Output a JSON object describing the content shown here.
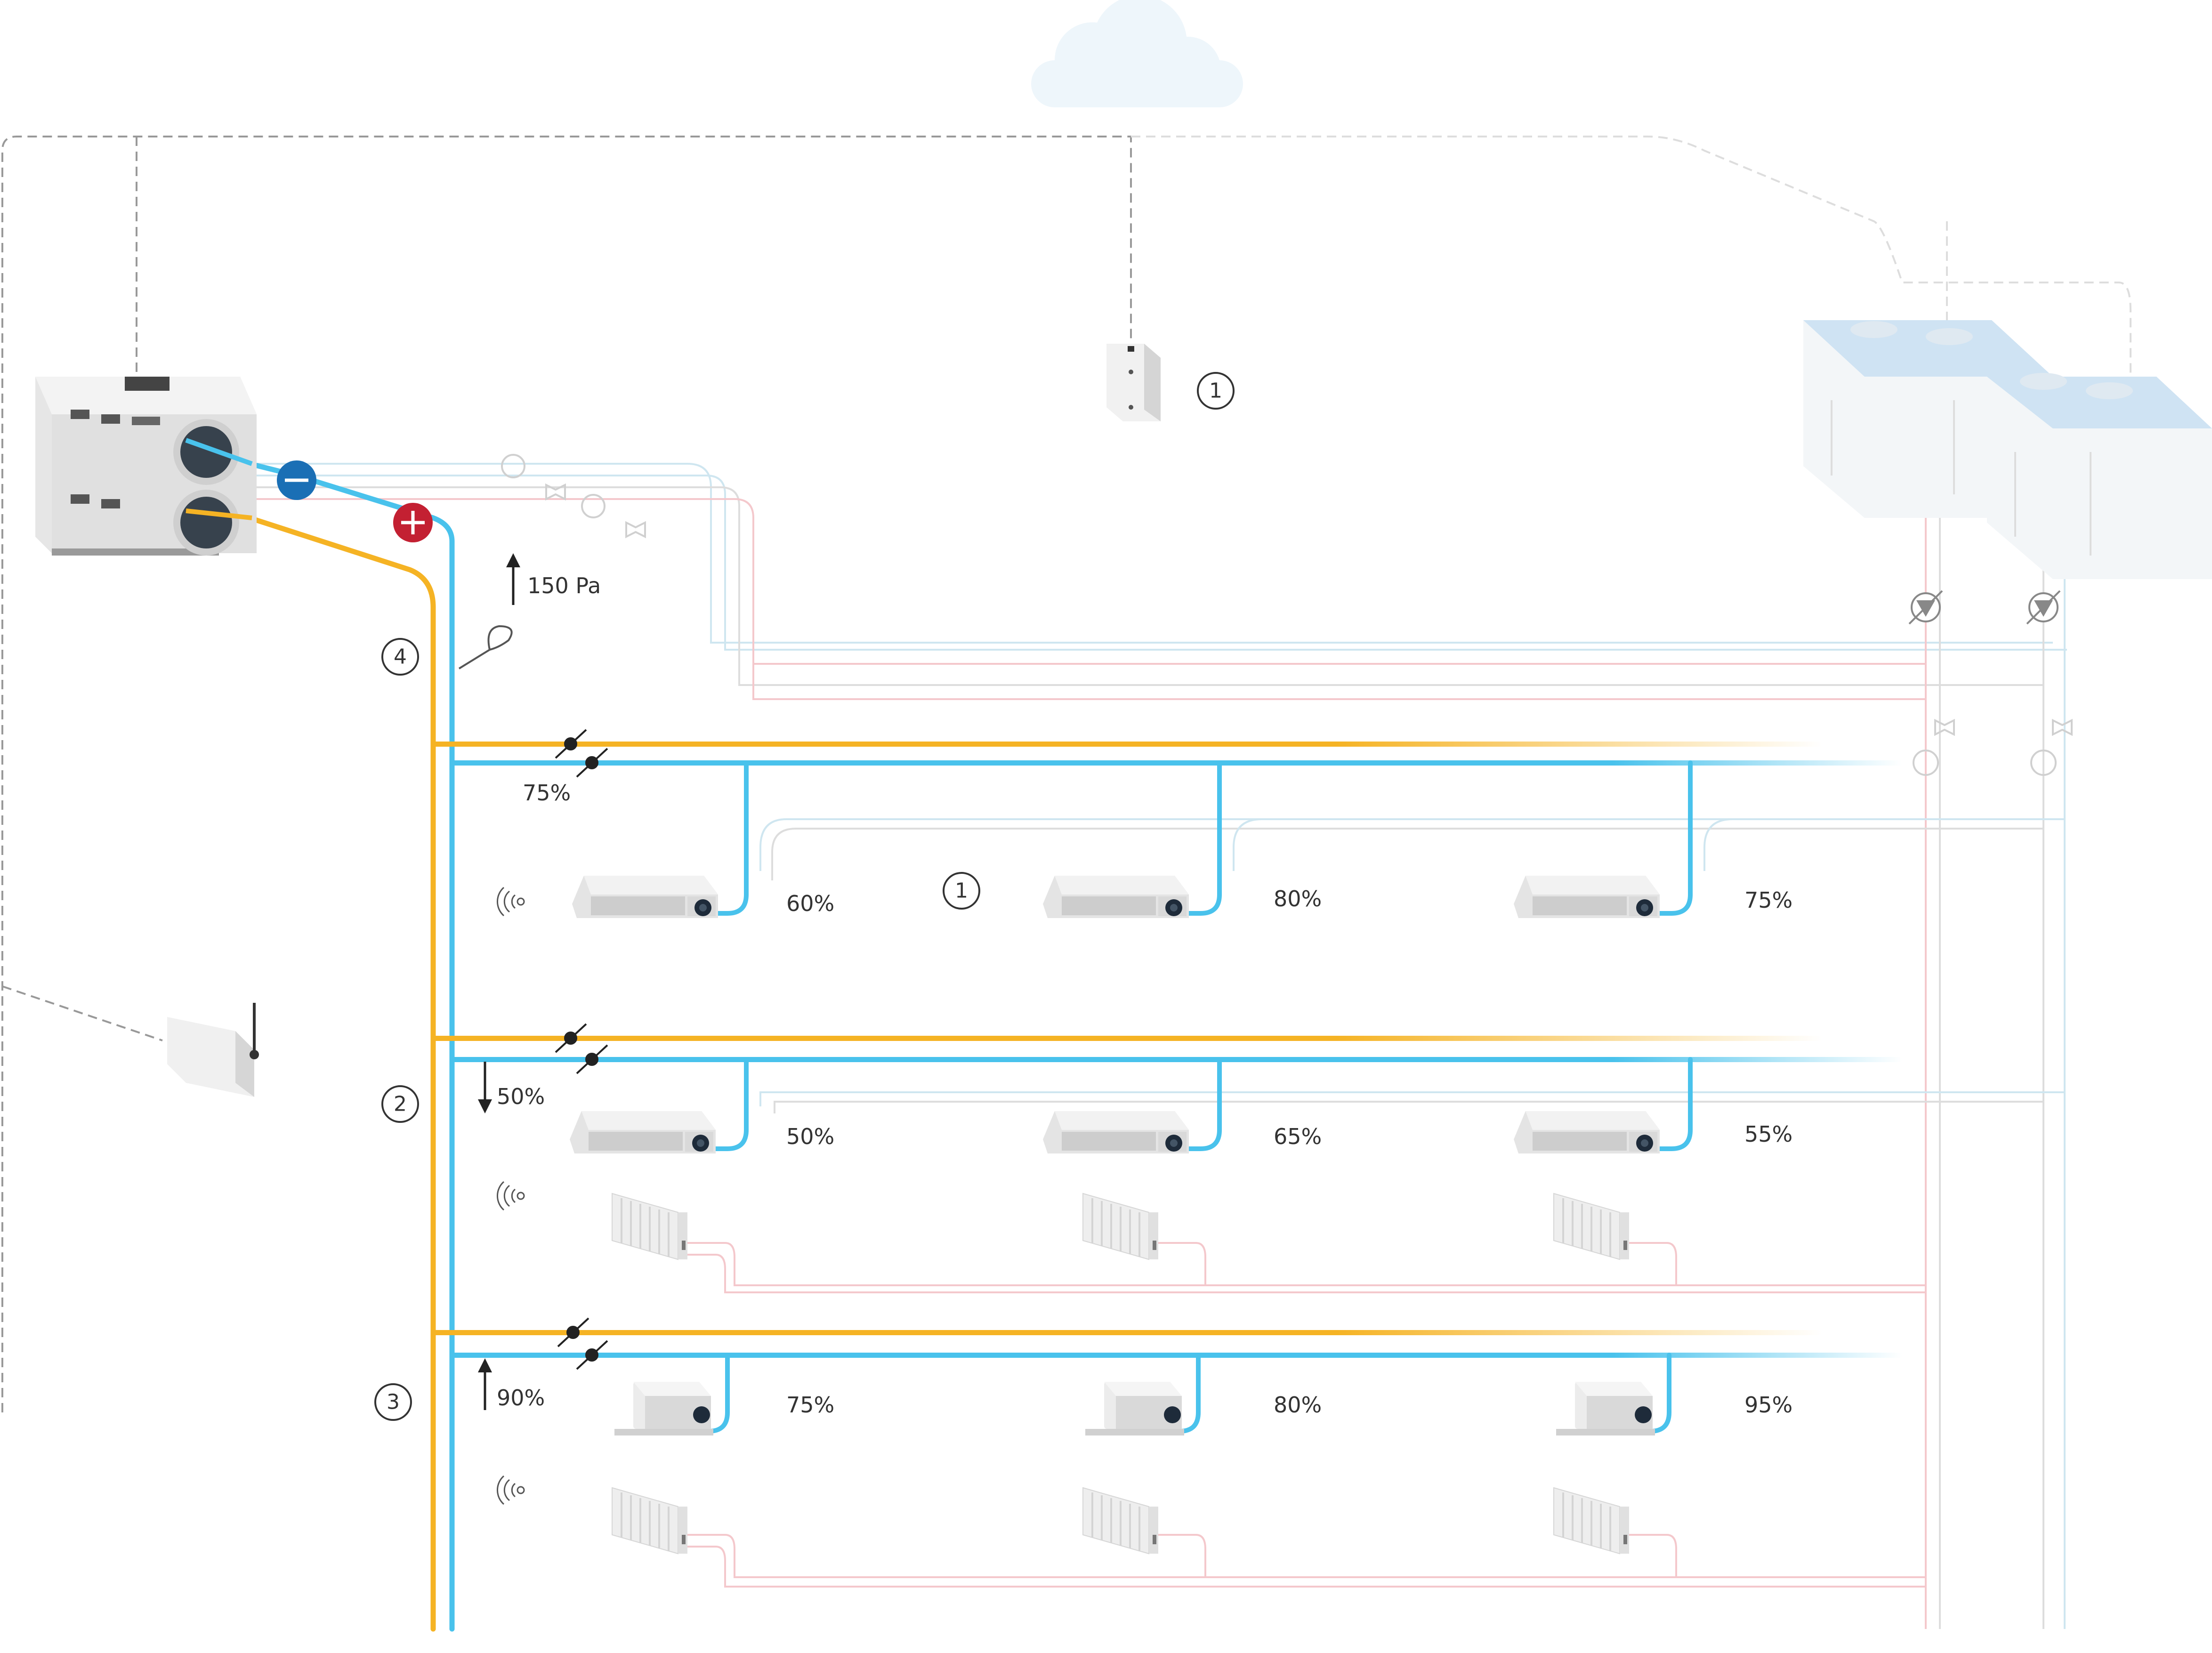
{
  "colors": {
    "supply": "#49c2ec",
    "exhaust": "#f5b324",
    "heat_pipe": "#f4c8cc",
    "cool_pipe": "#cfe6f0",
    "grey_pipe": "#d9d9d9",
    "control_line": "#999999",
    "control_line_faint": "#dddddd",
    "minus_badge": "#1a6fb5",
    "plus_badge": "#c32032",
    "unit_body": "#e6e6e6",
    "unit_shade": "#cfcfcf",
    "chiller_top": "#cfe3f3"
  },
  "icons": {
    "cloud": "cloud-icon",
    "ahu": "air-handling-unit-icon",
    "wall_controller": "wall-controller-icon",
    "gateway": "wireless-gateway-icon",
    "chiller": "chiller-icon",
    "fan_coil": "fan-coil-unit-icon",
    "radiator": "radiator-icon",
    "damper": "damper-icon",
    "sensor": "wireless-sensor-icon",
    "pressure_sensor": "pressure-sensor-icon"
  },
  "markers": {
    "controller": "1",
    "zone_a": "1",
    "floor_2": "2",
    "floor_3": "3",
    "riser": "4"
  },
  "labels": {
    "pressure": "150 Pa",
    "floor1_damper": "75%",
    "floor2_damper": "50%",
    "floor3_damper": "90%"
  },
  "floor1_units": [
    "60%",
    "80%",
    "75%"
  ],
  "floor2_units": [
    "50%",
    "65%",
    "55%"
  ],
  "floor3_units": [
    "75%",
    "80%",
    "95%"
  ]
}
